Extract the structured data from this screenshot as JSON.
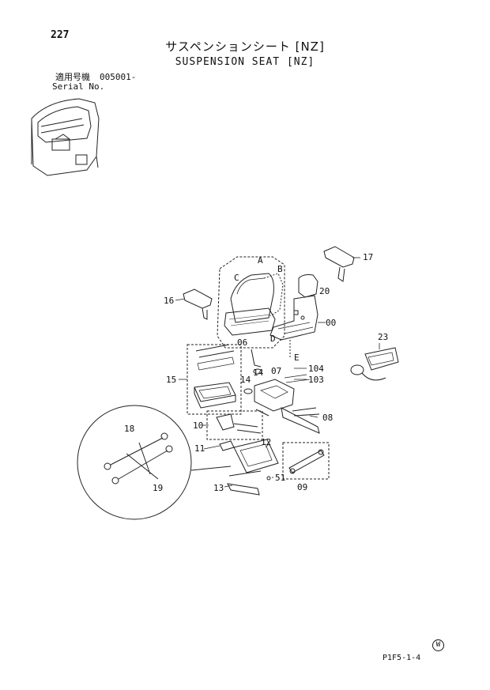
{
  "header": {
    "page_number": "227",
    "title_ja": "サスペンションシート [NZ]",
    "title_en": "SUSPENSION SEAT [NZ]",
    "serial_label_ja": "適用号機",
    "serial_value": "005001-",
    "serial_label_en": "Serial No."
  },
  "callouts": {
    "A": "A",
    "B": "B",
    "C": "C",
    "D": "D",
    "E": "E",
    "p00": "00",
    "p06": "06",
    "p07": "07",
    "p08": "08",
    "p09": "09",
    "p10": "10",
    "p11": "11",
    "p12": "12",
    "p13": "13",
    "p14a": "14",
    "p14b": "14",
    "p15": "15",
    "p16": "16",
    "p17": "17",
    "p18": "18",
    "p19": "19",
    "p20": "20",
    "p23": "23",
    "p51": "51",
    "p103": "103",
    "p104": "104"
  },
  "footer": {
    "doc_code": "P1F5-1-4",
    "mark": "W"
  }
}
